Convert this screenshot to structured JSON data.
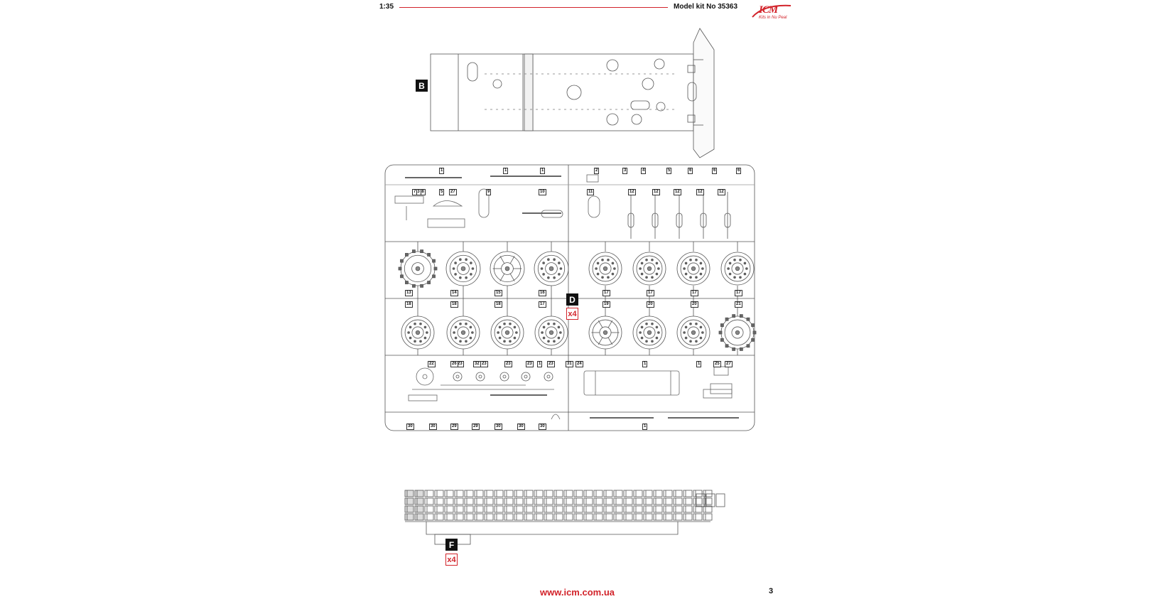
{
  "header": {
    "scale": "1:35",
    "kit_title": "Model kit No 35363",
    "logo_text": "ICM",
    "logo_tagline": "Kits in Nu Peal"
  },
  "sprues": {
    "b": {
      "label": "B"
    },
    "d": {
      "label": "D",
      "quantity": "x4"
    },
    "f": {
      "label": "F",
      "quantity": "x4"
    }
  },
  "part_numbers": {
    "top_row": [
      "1",
      "1",
      "1",
      "2",
      "3",
      "4",
      "5",
      "6",
      "6",
      "6"
    ],
    "row2": [
      "28",
      "5",
      "9",
      "10",
      "11",
      "12",
      "12",
      "12",
      "12",
      "12",
      "13",
      "27",
      "7"
    ],
    "wheels_top": [
      "13",
      "14",
      "15",
      "16",
      "17",
      "17",
      "17",
      "17"
    ],
    "wheels_bottom": [
      "18",
      "18",
      "18",
      "17",
      "19",
      "20",
      "20",
      "21"
    ],
    "lower": [
      "22",
      "23",
      "23",
      "23",
      "23",
      "23",
      "24",
      "25",
      "26",
      "32",
      "1",
      "27",
      "1",
      "1",
      "31"
    ],
    "bottom_row": [
      "30",
      "30",
      "29",
      "29",
      "30",
      "30",
      "30",
      "1"
    ]
  },
  "footer": {
    "url": "www.icm.com.ua",
    "page": "3"
  },
  "colors": {
    "accent": "#d2232a",
    "line": "#555555"
  }
}
